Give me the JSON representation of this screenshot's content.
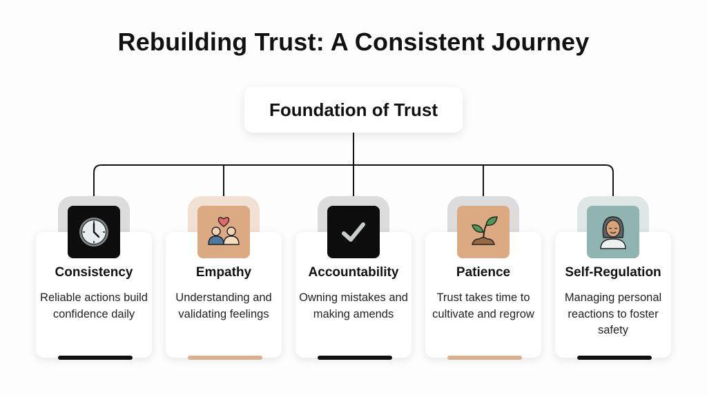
{
  "title": "Rebuilding Trust: A Consistent Journey",
  "root": {
    "label": "Foundation of Trust"
  },
  "colors": {
    "dark": "#0d0d0d",
    "tan": "#dba982",
    "tan_tab": "#f1e1d2",
    "gray_tab": "#dcdcdc",
    "teal": "#8fb4b1",
    "teal_tab": "#dfe7e6",
    "line": "#111111"
  },
  "pillars": [
    {
      "label": "Consistency",
      "description": "Reliable actions build confidence daily",
      "icon": "clock-icon",
      "icon_bg": "#0d0d0d",
      "tab_color": "#dcdcdc",
      "bar_color": "#111111"
    },
    {
      "label": "Empathy",
      "description": "Understanding and validating feelings",
      "icon": "people-heart-icon",
      "icon_bg": "#dba982",
      "tab_color": "#f1e1d2",
      "bar_color": "#d9b08f"
    },
    {
      "label": "Accountability",
      "description": "Owning mistakes and making amends",
      "icon": "checkmark-icon",
      "icon_bg": "#0d0d0d",
      "tab_color": "#dcdcdc",
      "bar_color": "#111111"
    },
    {
      "label": "Patience",
      "description": "Trust takes time to cultivate and regrow",
      "icon": "sprout-icon",
      "icon_bg": "#dba982",
      "tab_color": "#dcdcdc",
      "bar_color": "#d9b08f"
    },
    {
      "label": "Self-Regulation",
      "description": "Managing personal reactions to foster safety",
      "icon": "calm-person-icon",
      "icon_bg": "#8fb4b1",
      "tab_color": "#dfe7e6",
      "bar_color": "#111111"
    }
  ]
}
